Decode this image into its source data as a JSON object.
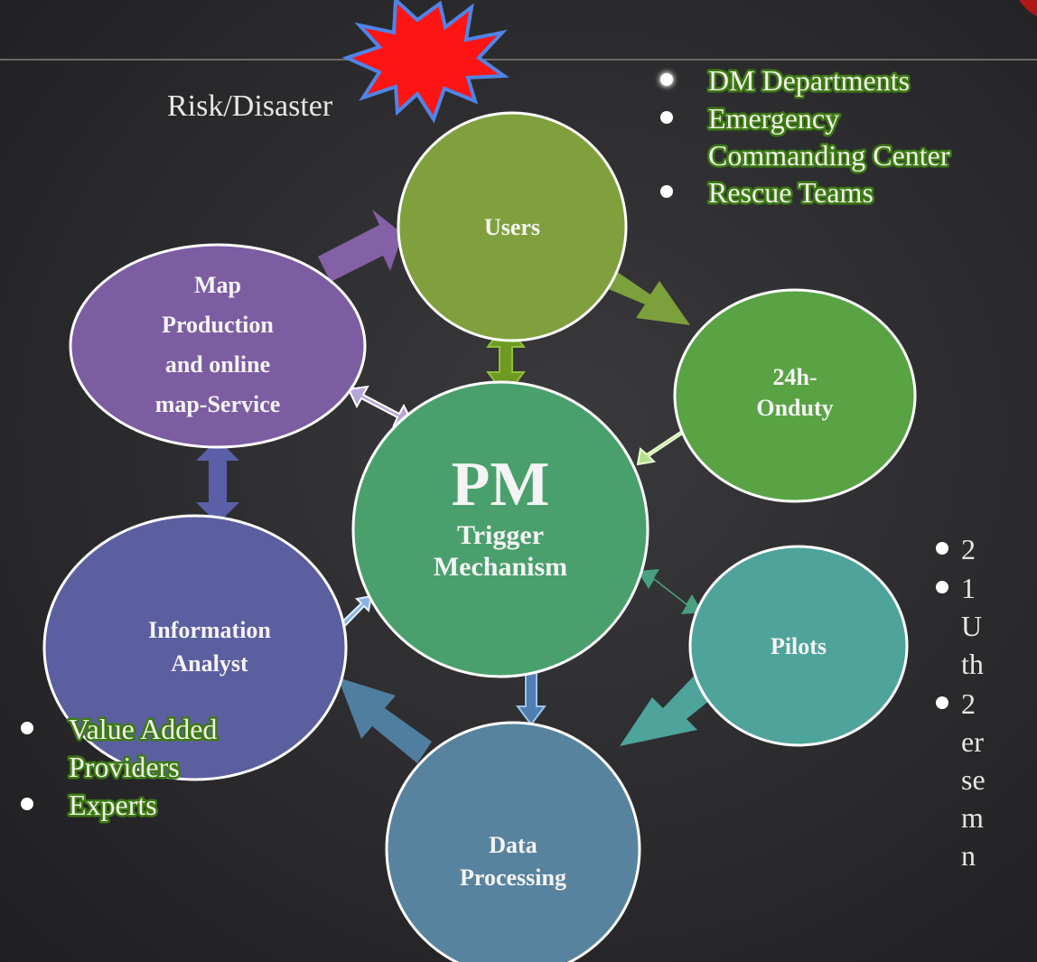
{
  "colors": {
    "background": "#2e2e30",
    "users": "#7fa03c",
    "onduty": "#59a345",
    "pilots": "#4ea39a",
    "data_processing": "#58839f",
    "information_analyst": "#5b5fa0",
    "map_production": "#7c5da2",
    "center": "#4aa06c",
    "burst": "#ff1010",
    "burst_outline": "#4b7ee0"
  },
  "risk_label": "Risk/Disaster",
  "center": {
    "title": "PM",
    "line1": "Trigger",
    "line2": "Mechanism"
  },
  "nodes": {
    "users": {
      "lines": [
        "Users"
      ]
    },
    "onduty": {
      "lines": [
        "24h-",
        "Onduty"
      ]
    },
    "pilots": {
      "lines": [
        "Pilots"
      ]
    },
    "data_processing": {
      "lines": [
        "Data",
        "Processing"
      ]
    },
    "information_analyst": {
      "lines": [
        "Information",
        "Analyst"
      ]
    },
    "map_production": {
      "lines": [
        "Map",
        "Production",
        "and online",
        "map-Service"
      ]
    }
  },
  "users_bullets": [
    "DM Departments",
    "Emergency",
    "Commanding Center",
    "Rescue Teams"
  ],
  "provider_bullets": [
    "Value Added",
    "Providers",
    "Experts"
  ],
  "right_fragments": [
    "2",
    "1",
    "U",
    "th",
    "2",
    "er",
    "se",
    "m",
    "n"
  ]
}
